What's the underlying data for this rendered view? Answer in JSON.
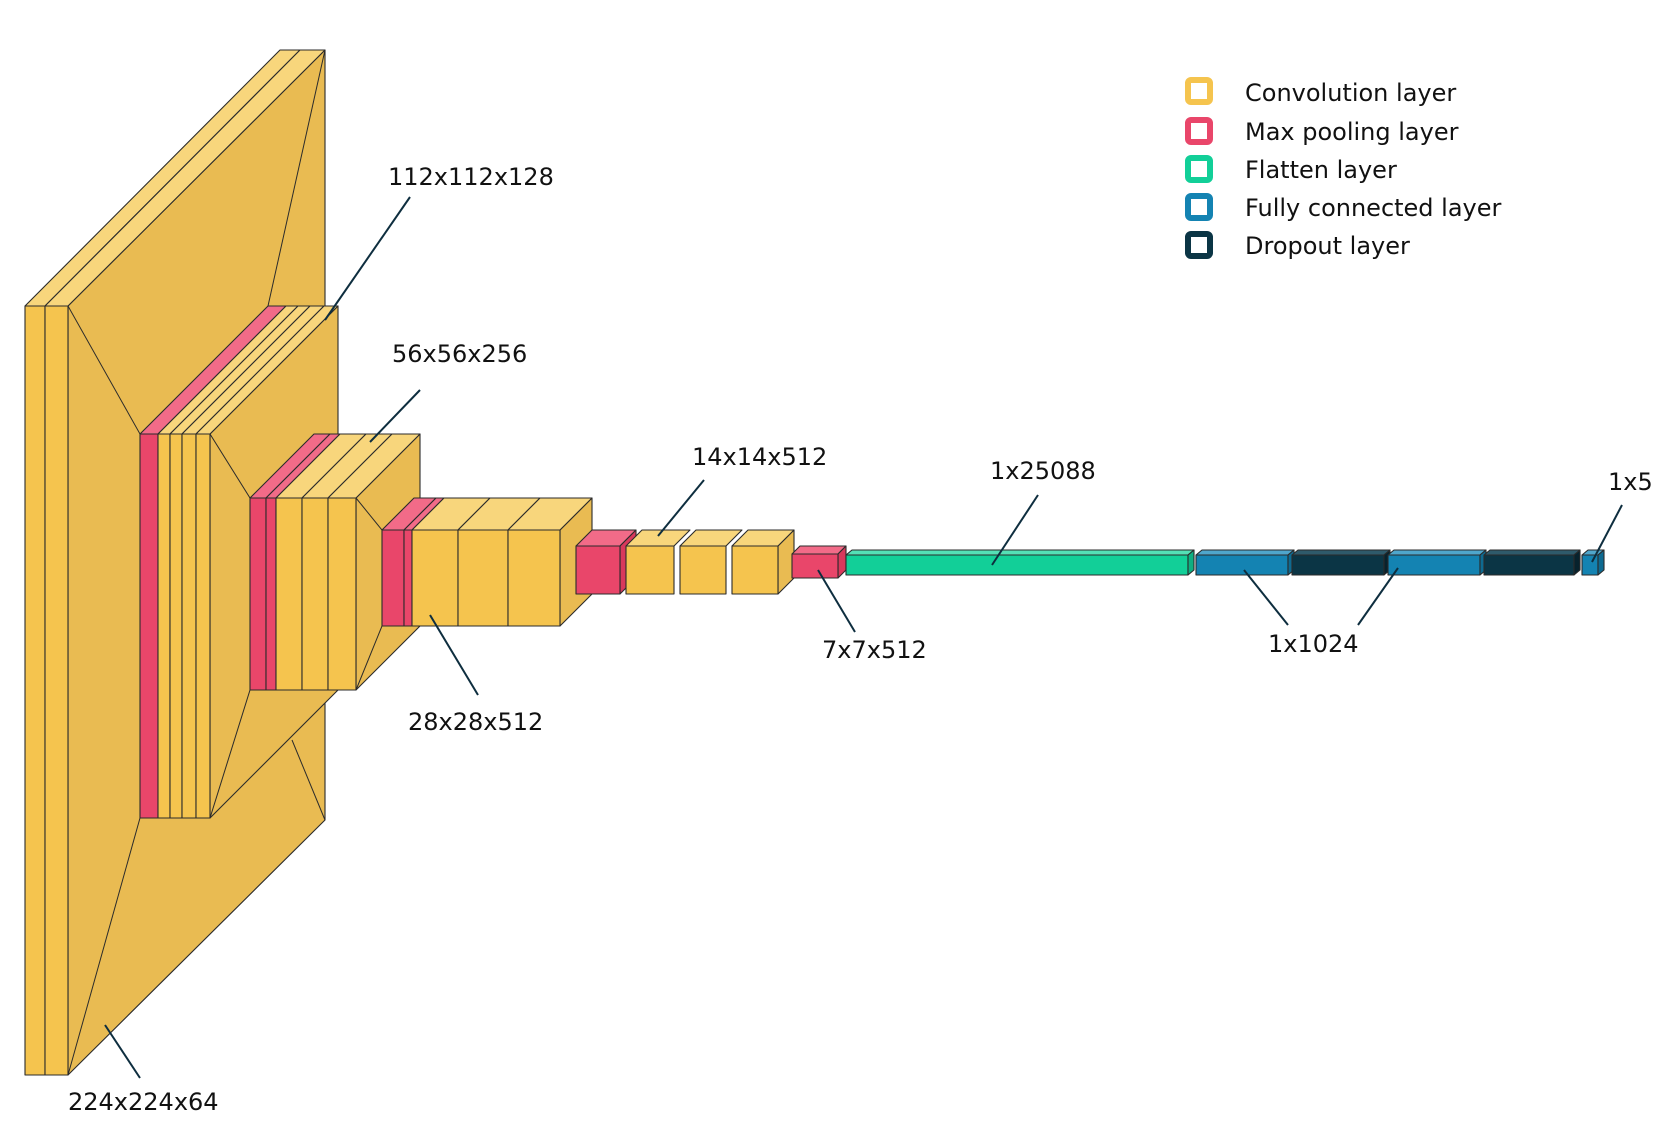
{
  "legend": {
    "items": [
      {
        "label": "Convolution layer",
        "color": "#F5C44E"
      },
      {
        "label": "Max pooling layer",
        "color": "#E9466A"
      },
      {
        "label": "Flatten layer",
        "color": "#12CF98"
      },
      {
        "label": "Fully connected layer",
        "color": "#1483B2"
      },
      {
        "label": "Dropout layer",
        "color": "#0B3545"
      }
    ]
  },
  "labels": {
    "l224": "224x224x64",
    "l112": "112x112x128",
    "l56": "56x56x256",
    "l28": "28x28x512",
    "l14": "14x14x512",
    "l7": "7x7x512",
    "flatten": "1x25088",
    "fc1024": "1x1024",
    "out": "1x5"
  }
}
